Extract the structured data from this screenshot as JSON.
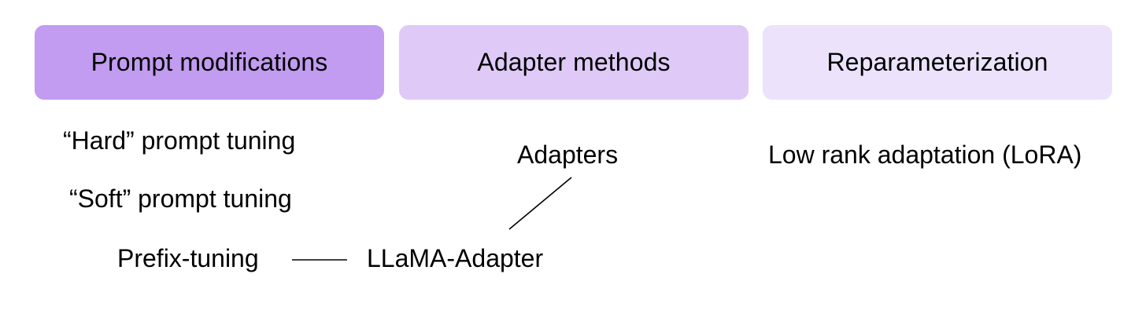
{
  "categories": [
    {
      "label": "Prompt modifications",
      "color": "#c29cf0"
    },
    {
      "label": "Adapter methods",
      "color": "#dfcaf7"
    },
    {
      "label": "Reparameterization",
      "color": "#ece2fb"
    }
  ],
  "methods": {
    "hard_prompt": "“Hard” prompt tuning",
    "soft_prompt": "“Soft” prompt tuning",
    "prefix_tuning": "Prefix-tuning",
    "llama_adapter": "LLaMA-Adapter",
    "adapters": "Adapters",
    "lora": "Low rank adaptation (LoRA)"
  },
  "connections": [
    {
      "from": "prefix_tuning",
      "to": "llama_adapter"
    },
    {
      "from": "llama_adapter",
      "to": "adapters"
    }
  ]
}
